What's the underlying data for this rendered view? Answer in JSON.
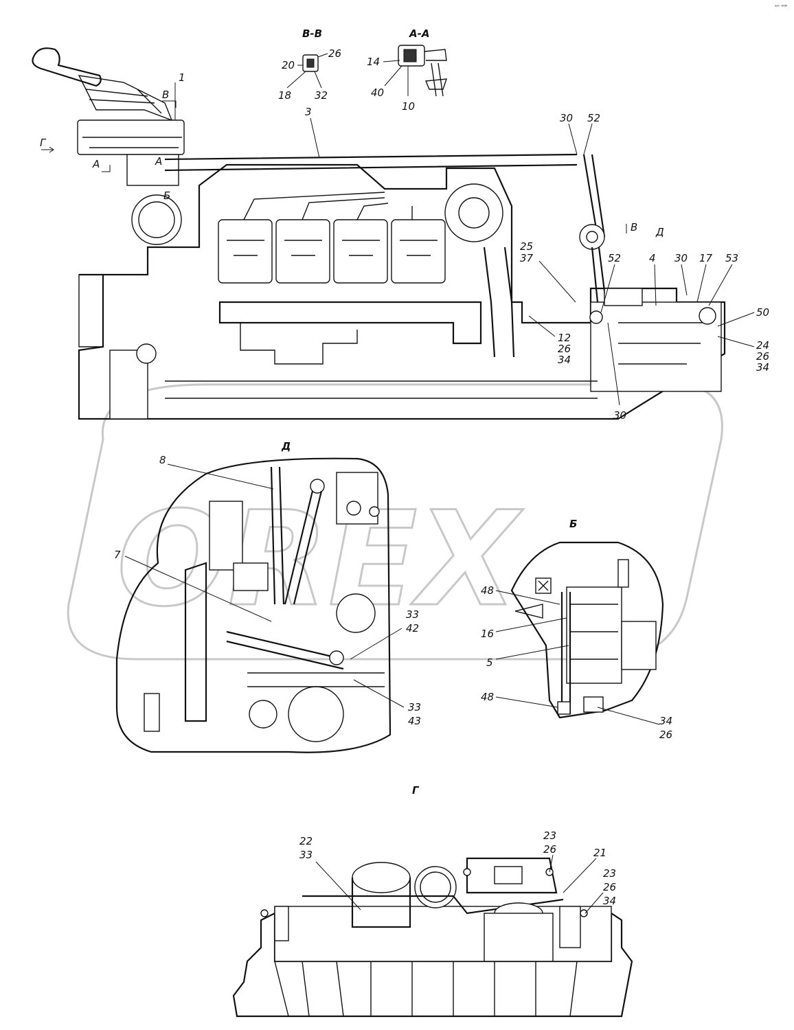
{
  "corner_mark": "ᵃᵐ ⁰⁰⁸",
  "watermark": "OREX",
  "views": {
    "section_bb": "В-В",
    "section_aa": "А-А",
    "view_d": "Д",
    "view_b": "Б",
    "view_g": "Г"
  },
  "view_marks": {
    "b_mark_top": "В",
    "a_mark_left": "А",
    "a_mark_right": "А",
    "b_mark_mid": "Б",
    "g_mark": "Г",
    "v_mark_right": "В",
    "d_mark_right": "Д"
  },
  "callouts": {
    "main": [
      "1",
      "3",
      "30",
      "52",
      "25",
      "37",
      "52",
      "4",
      "30",
      "17",
      "53",
      "50",
      "12",
      "26",
      "34",
      "24",
      "26",
      "34",
      "30"
    ],
    "section_bb": [
      "20",
      "26",
      "18",
      "32"
    ],
    "section_aa": [
      "14",
      "40",
      "10"
    ],
    "view_d": [
      "8",
      "7",
      "33",
      "42",
      "33",
      "43"
    ],
    "view_b": [
      "48",
      "16",
      "5",
      "48",
      "34",
      "26"
    ],
    "view_g": [
      "22",
      "33",
      "23",
      "26",
      "21",
      "23",
      "26",
      "34"
    ]
  },
  "colors": {
    "line": "#111111",
    "watermark": "#c8c8c8",
    "background": "#ffffff"
  }
}
